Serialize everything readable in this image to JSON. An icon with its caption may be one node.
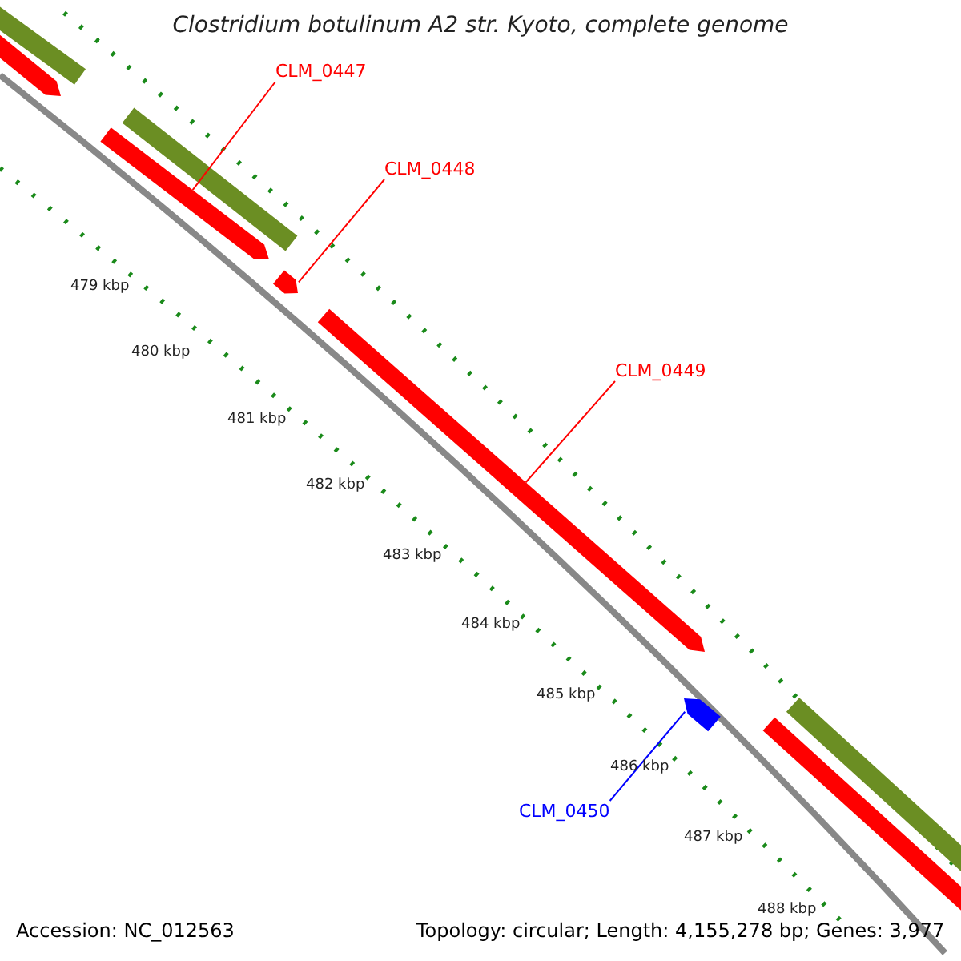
{
  "diagram": {
    "title": "Clostridium botulinum A2 str. Kyoto, complete genome",
    "nodes": [
      {
        "text": [
          "CLM_0447"
        ]
      },
      {
        "text": [],
        "shape": "bar"
      },
      {
        "text": [
          "CLM_0448"
        ]
      },
      {
        "text": [],
        "shape": "bar"
      },
      {
        "text": [
          "CLM_0449"
        ]
      },
      {
        "text": [],
        "shape": "bar"
      },
      {
        "text": [
          "CLM_0450"
        ]
      },
      {
        "text": [],
        "shape": "bar"
      }
    ],
    "edges": [
      {
        "from": 0,
        "to": 1,
        "arrow": "none"
      },
      {
        "from": 2,
        "to": 3,
        "arrow": "none"
      },
      {
        "from": 4,
        "to": 5,
        "arrow": "none"
      },
      {
        "from": 6,
        "to": 7,
        "arrow": "none",
        "color": "#0000ff"
      }
    ],
    "labels": [
      "479 kbp",
      "480 kbp",
      "481 kbp",
      "482 kbp",
      "483 kbp",
      "484 kbp",
      "485 kbp",
      "486 kbp",
      "487 kbp",
      "488 kbp",
      "Accession: NC_012563",
      "Topology: circular; Length: 4,155,278 bp; Genes: 3,977"
    ]
  }
}
